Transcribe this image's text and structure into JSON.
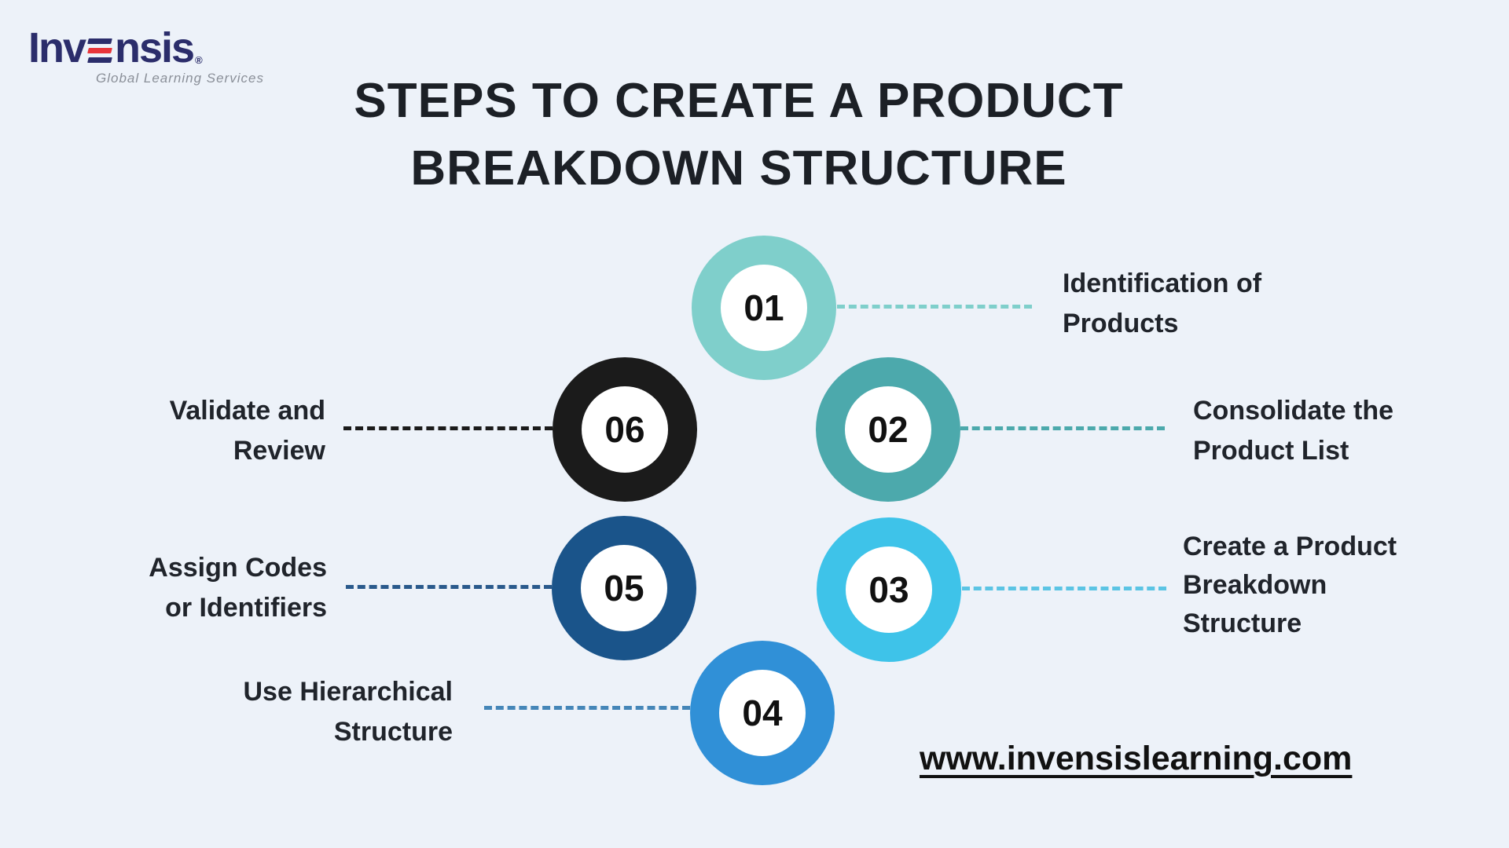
{
  "background": "#EDF2F9",
  "logo": {
    "part1": "Inv",
    "part2": "nsis",
    "registered": "®",
    "tagline": "Global Learning Services",
    "navy_color": "#2B2D6B",
    "red_color": "#E8353A",
    "gray_color": "#8A8F98"
  },
  "title": {
    "line1": "STEPS TO CREATE A PRODUCT",
    "line2": "BREAKDOWN STRUCTURE",
    "color": "#1C2026"
  },
  "steps": [
    {
      "number": "01",
      "label": "Identification of Products",
      "lines": [
        "Identification of",
        "Products"
      ],
      "ring_color": "#7FCFCB",
      "dash_color": "#7FCFCB",
      "side": "right"
    },
    {
      "number": "02",
      "label": "Consolidate the Product List",
      "lines": [
        "Consolidate the",
        "Product List"
      ],
      "ring_color": "#4CA9AC",
      "dash_color": "#4CA9AC",
      "side": "right"
    },
    {
      "number": "03",
      "label": "Create a Product Breakdown Structure",
      "lines": [
        "Create a Product",
        "Breakdown",
        "Structure"
      ],
      "ring_color": "#3EC3E9",
      "dash_color": "#5BC4E4",
      "side": "right"
    },
    {
      "number": "04",
      "label": "Use Hierarchical Structure",
      "lines": [
        "Use Hierarchical",
        "Structure"
      ],
      "ring_color": "#3090D7",
      "dash_color": "#4586B8",
      "side": "left"
    },
    {
      "number": "05",
      "label": "Assign Codes or Identifiers",
      "lines": [
        "Assign Codes",
        "or Identifiers"
      ],
      "ring_color": "#1A548A",
      "dash_color": "#2A5A8C",
      "side": "left"
    },
    {
      "number": "06",
      "label": "Validate and Review",
      "lines": [
        "Validate and",
        "Review"
      ],
      "ring_color": "#1B1B1B",
      "dash_color": "#1B1B1B",
      "side": "left"
    }
  ],
  "footer": {
    "website": "www.invensislearning.com"
  }
}
